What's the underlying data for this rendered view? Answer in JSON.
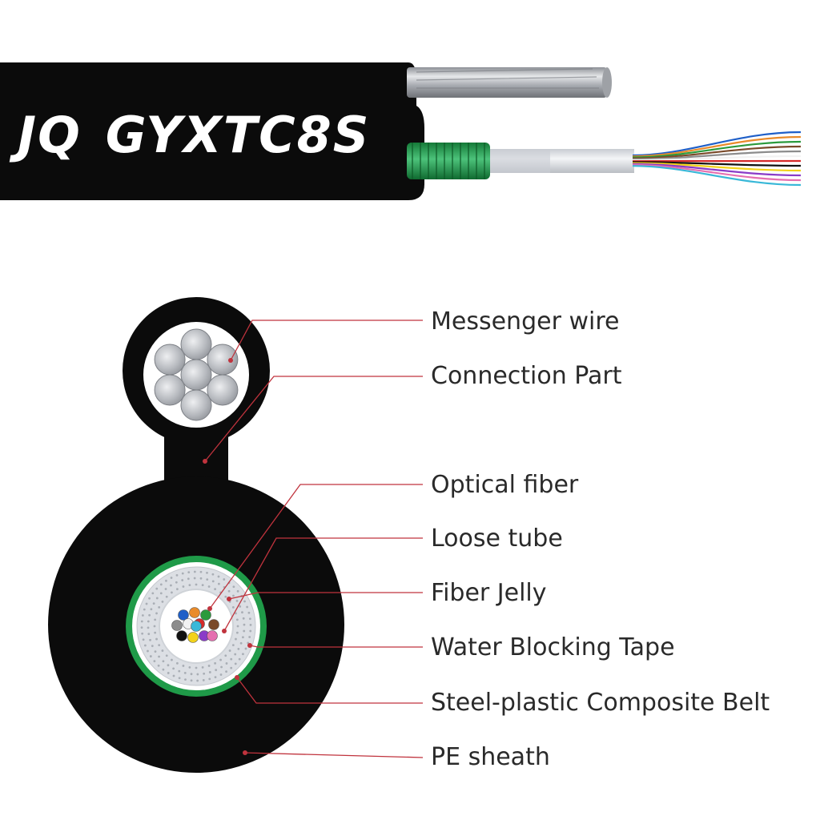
{
  "brand": {
    "prefix": "JQ",
    "model": "GYXTC8S"
  },
  "colors": {
    "sheath": "#0b0b0b",
    "leader_line": "#c0333d",
    "water_blocking_tape": "#1f9a48",
    "messenger_steel": "#b5b8bd",
    "loose_tube": "#dcdfe4"
  },
  "labels": [
    {
      "id": "messenger-wire",
      "text": "Messenger wire"
    },
    {
      "id": "connection-part",
      "text": "Connection Part"
    },
    {
      "id": "optical-fiber",
      "text": "Optical fiber"
    },
    {
      "id": "loose-tube",
      "text": "Loose tube"
    },
    {
      "id": "fiber-jelly",
      "text": "Fiber Jelly"
    },
    {
      "id": "water-blocking-tape",
      "text": "Water Blocking Tape"
    },
    {
      "id": "steel-plastic-composite-belt",
      "text": "Steel-plastic Composite Belt"
    },
    {
      "id": "pe-sheath",
      "text": "PE sheath"
    }
  ],
  "fiber_colors": [
    "#1f5fc8",
    "#e98b2a",
    "#2b9a3c",
    "#7a4a2a",
    "#8c8c8c",
    "#f2f2f2",
    "#d62a2a",
    "#111111",
    "#f2d21a",
    "#8a3cc8",
    "#e56fb0",
    "#39b8d8"
  ]
}
